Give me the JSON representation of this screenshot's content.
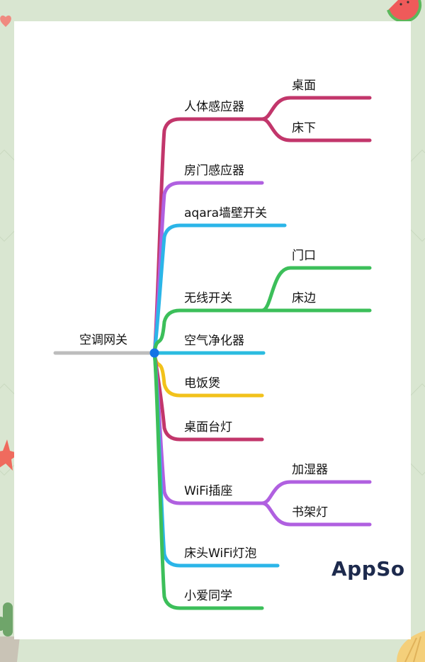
{
  "root": {
    "label": "空调网关",
    "color": "#bdbdbd",
    "dot_color": "#1473e6"
  },
  "branches": [
    {
      "label": "人体感应器",
      "color": "#c2366b",
      "children": [
        "桌面",
        "床下"
      ]
    },
    {
      "label": "房门感应器",
      "color": "#b060e0",
      "children": []
    },
    {
      "label": "aqara墙壁开关",
      "color": "#2bb5e8",
      "children": []
    },
    {
      "label": "无线开关",
      "color": "#3cbf5a",
      "children": [
        "门口",
        "床边"
      ]
    },
    {
      "label": "空气净化器",
      "color": "#2bbce0",
      "children": []
    },
    {
      "label": "电饭煲",
      "color": "#f2c21b",
      "children": []
    },
    {
      "label": "桌面台灯",
      "color": "#c2366b",
      "children": []
    },
    {
      "label": "WiFi插座",
      "color": "#b060e0",
      "children": [
        "加湿器",
        "书架灯"
      ]
    },
    {
      "label": "床头WiFi灯泡",
      "color": "#2bb5e8",
      "children": []
    },
    {
      "label": "小爱同学",
      "color": "#3cbf5a",
      "children": []
    }
  ],
  "logo": {
    "text": "AppSo"
  },
  "decorations": [
    "watermelon-icon",
    "heart-icon",
    "starfish-icon",
    "cactus-icon",
    "seashell-icon"
  ]
}
